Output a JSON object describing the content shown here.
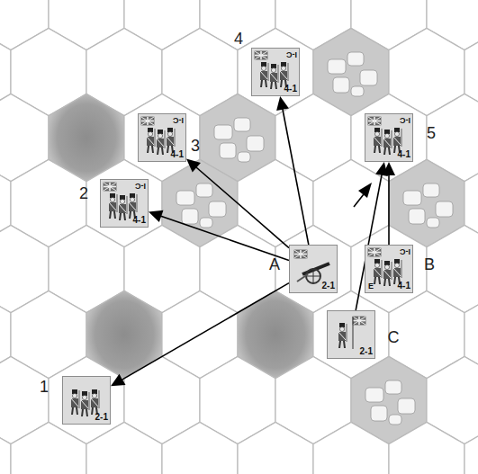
{
  "diagram": {
    "nodes": [
      {
        "text": [
          "4",
          "I-C",
          "4-1"
        ]
      },
      {
        "text": [
          "3",
          "I-C",
          "4-1"
        ]
      },
      {
        "text": [
          "5",
          "I-C",
          "4-1"
        ]
      },
      {
        "text": [
          "2",
          "I-C",
          "4-1"
        ]
      },
      {
        "text": [
          "A",
          "2-1"
        ]
      },
      {
        "text": [
          "B",
          "I-C",
          "E",
          "4-1"
        ]
      },
      {
        "text": [
          "C",
          "2-1"
        ]
      },
      {
        "text": [
          "1",
          "2-1"
        ]
      }
    ],
    "edges": [
      {
        "from": 4,
        "to": 7,
        "arrow": "to"
      },
      {
        "from": 4,
        "to": 3,
        "arrow": "to"
      },
      {
        "from": 4,
        "to": 1,
        "arrow": "to"
      },
      {
        "from": 4,
        "to": 0,
        "arrow": "to"
      },
      {
        "from": 6,
        "to": 2,
        "arrow": "to"
      },
      {
        "from": 5,
        "to": 2,
        "arrow": "to"
      }
    ]
  }
}
